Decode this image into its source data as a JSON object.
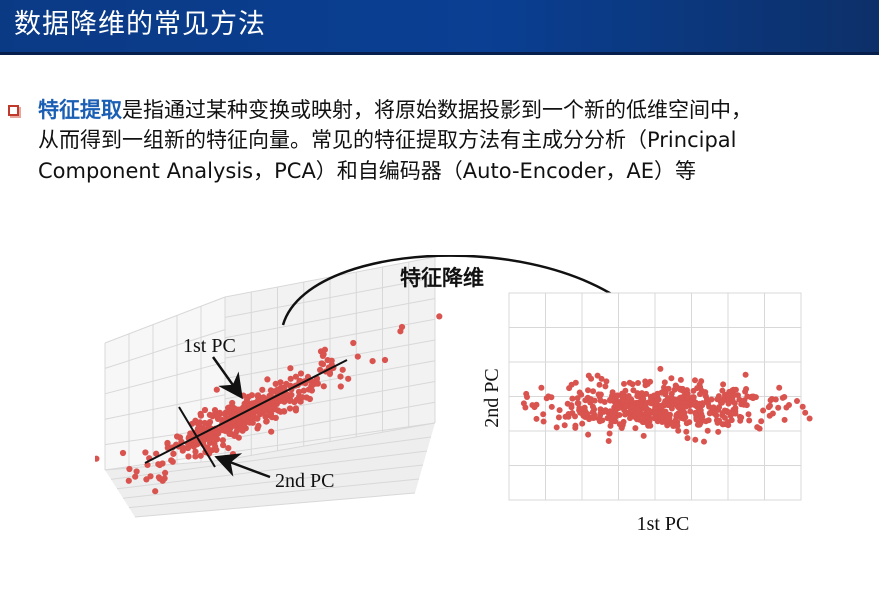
{
  "slide": {
    "title": "数据降维的常见方法"
  },
  "bullet": {
    "keyword": "特征提取",
    "line1_rest": "是指通过某种变换或映射，将原始数据投影到一个新的低维空间中，",
    "line2": "从而得到一组新的特征向量。常见的特征提取方法有主成分分析（Principal",
    "line3": "Component Analysis，PCA）和自编码器（Auto-Encoder，AE）等"
  },
  "figure": {
    "arrow_label": "特征降维",
    "left_plot": {
      "pc1_label": "1st PC",
      "pc2_label": "2nd PC"
    },
    "right_plot": {
      "xlabel": "1st PC",
      "ylabel": "2nd PC"
    },
    "colors": {
      "point": "#d9534f",
      "grid": "#d8d8d8",
      "axis_line": "#111111"
    }
  }
}
